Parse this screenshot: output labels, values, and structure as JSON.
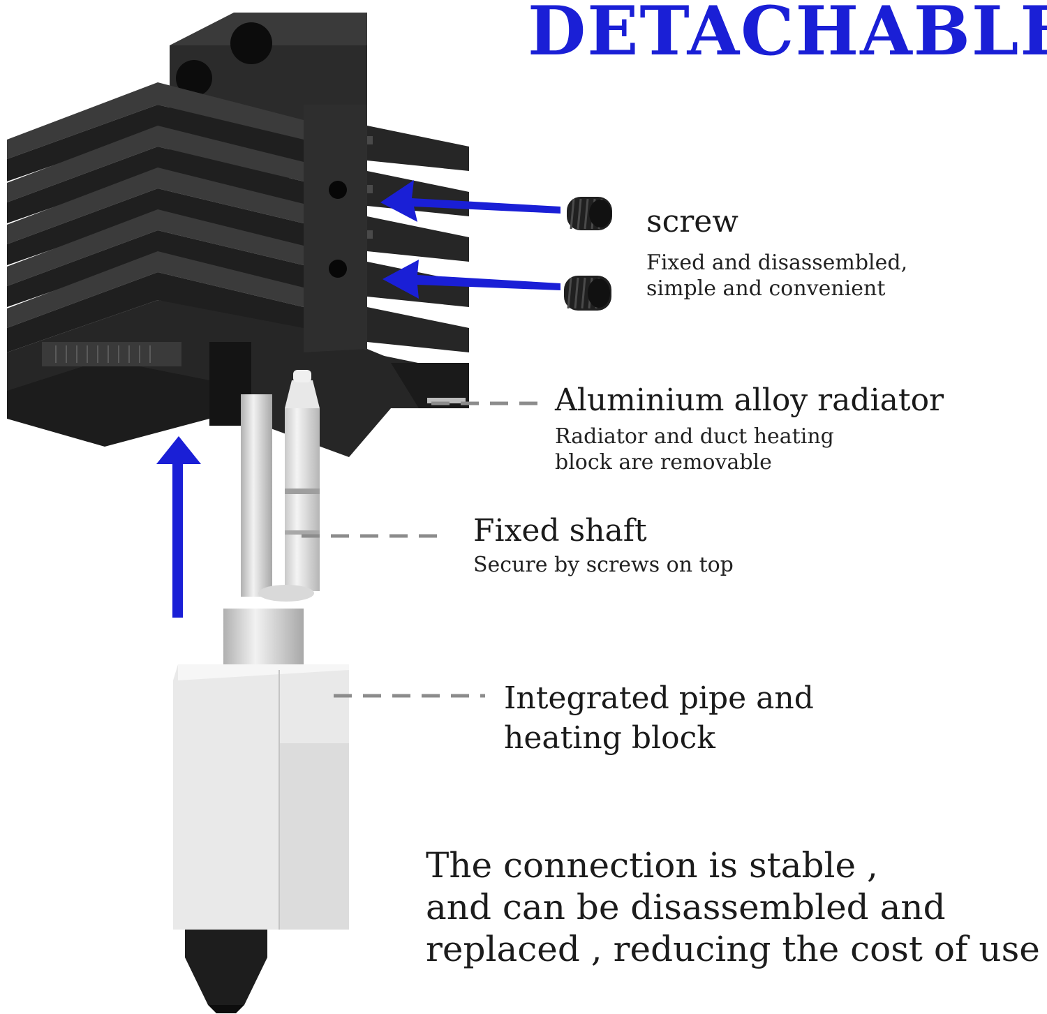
{
  "title": "DETACHABLE",
  "colors": {
    "accent": "#1a1fd6",
    "heatsink": "#2a2a2a",
    "metal": "#e4e4e4"
  },
  "labels": {
    "screw": {
      "title": "screw",
      "desc_line1": "Fixed and disassembled,",
      "desc_line2": "simple and convenient"
    },
    "radiator": {
      "title": "Aluminium alloy radiator",
      "desc_line1": "Radiator and duct heating",
      "desc_line2": "block are removable"
    },
    "shaft": {
      "title": "Fixed shaft",
      "desc": "Secure by screws on top"
    },
    "pipe": {
      "line1": "Integrated pipe and",
      "line2": "heating block"
    }
  },
  "bottom_text": {
    "line1": "The connection is stable ,",
    "line2": "and can be disassembled and",
    "line3": "replaced , reducing the cost of use"
  }
}
